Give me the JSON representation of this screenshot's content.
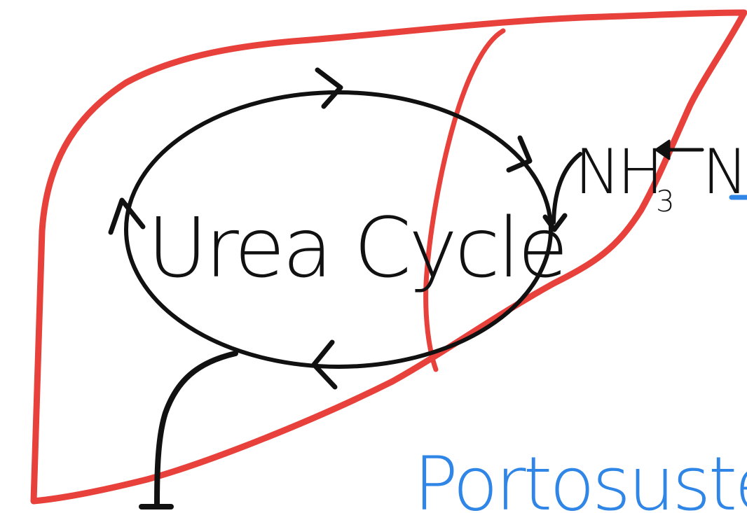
{
  "diagram": {
    "cycle_label": "Urea Cycle",
    "ammonia_label_main": "NH",
    "ammonia_subscript": "3",
    "ammonia_source_label": "N",
    "portosystemic_label": "Portosuste",
    "colors": {
      "liver_outline": "#e8413b",
      "ink": "#111111",
      "accent_blue": "#2f86e6"
    },
    "icons": {
      "cycle_arrow": "arrow-icon",
      "ammonia_input_arrow": "curved-arrow-icon",
      "output_arrow": "down-arrow-icon"
    }
  }
}
